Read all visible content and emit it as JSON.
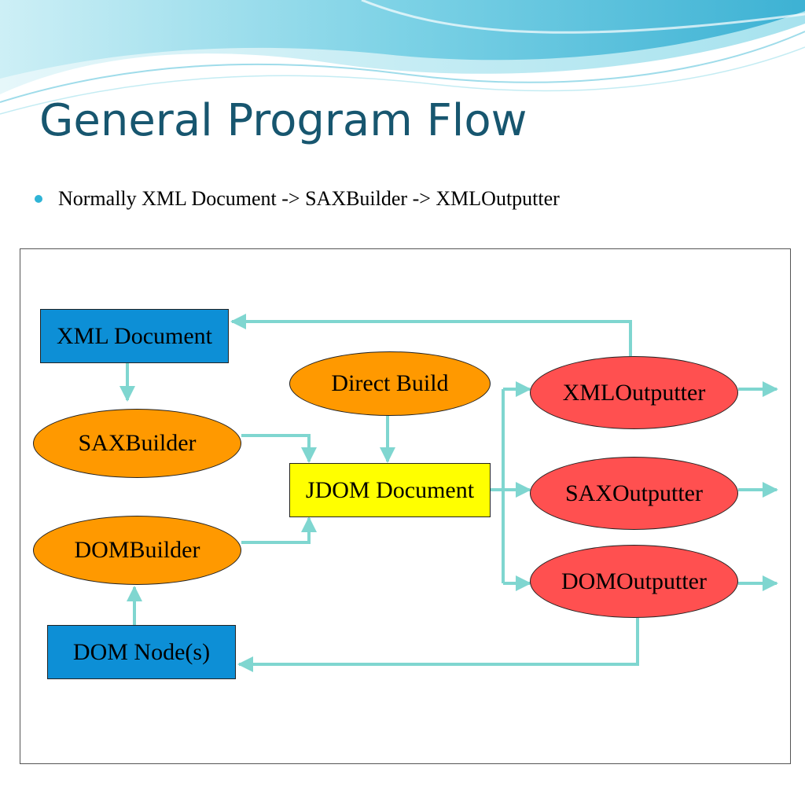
{
  "slide": {
    "title": "General Program Flow",
    "bullets": [
      "Normally XML Document -> SAXBuilder -> XMLOutputter"
    ]
  },
  "diagram": {
    "nodes": {
      "xml_document": "XML Document",
      "saxbuilder": "SAXBuilder",
      "dombuilder": "DOMBuilder",
      "dom_nodes": "DOM Node(s)",
      "direct_build": "Direct Build",
      "jdom_document": "JDOM Document",
      "xmloutputter": "XMLOutputter",
      "saxoutputter": "SAXOutputter",
      "domoutputter": "DOMOutputter"
    },
    "colors": {
      "input_box": "#0d8fd6",
      "builder": "#ff9900",
      "jdom": "#ffff00",
      "outputter": "#ff5050",
      "arrow": "#7fd6d0",
      "title": "#17566f",
      "bullet": "#2fb4d6"
    }
  }
}
